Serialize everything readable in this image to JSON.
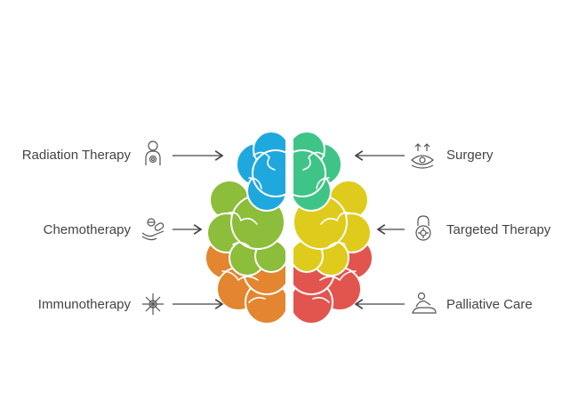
{
  "left_items": [
    {
      "label": "Radiation Therapy",
      "icon": "patient-radiation-icon"
    },
    {
      "label": "Chemotherapy",
      "icon": "pills-hand-icon"
    },
    {
      "label": "Immunotherapy",
      "icon": "snowflake-cell-icon"
    }
  ],
  "right_items": [
    {
      "label": "Surgery",
      "icon": "eye-surgery-icon"
    },
    {
      "label": "Targeted Therapy",
      "icon": "lock-target-icon"
    },
    {
      "label": "Palliative Care",
      "icon": "massage-care-icon"
    }
  ],
  "colors": {
    "radiation": "#1fa8dd",
    "chemotherapy": "#8cbd3b",
    "immunotherapy": "#e3862f",
    "surgery": "#3ec487",
    "targeted": "#dfcb1b",
    "palliative": "#e2554f",
    "text": "#444444",
    "arrow": "#444444"
  }
}
